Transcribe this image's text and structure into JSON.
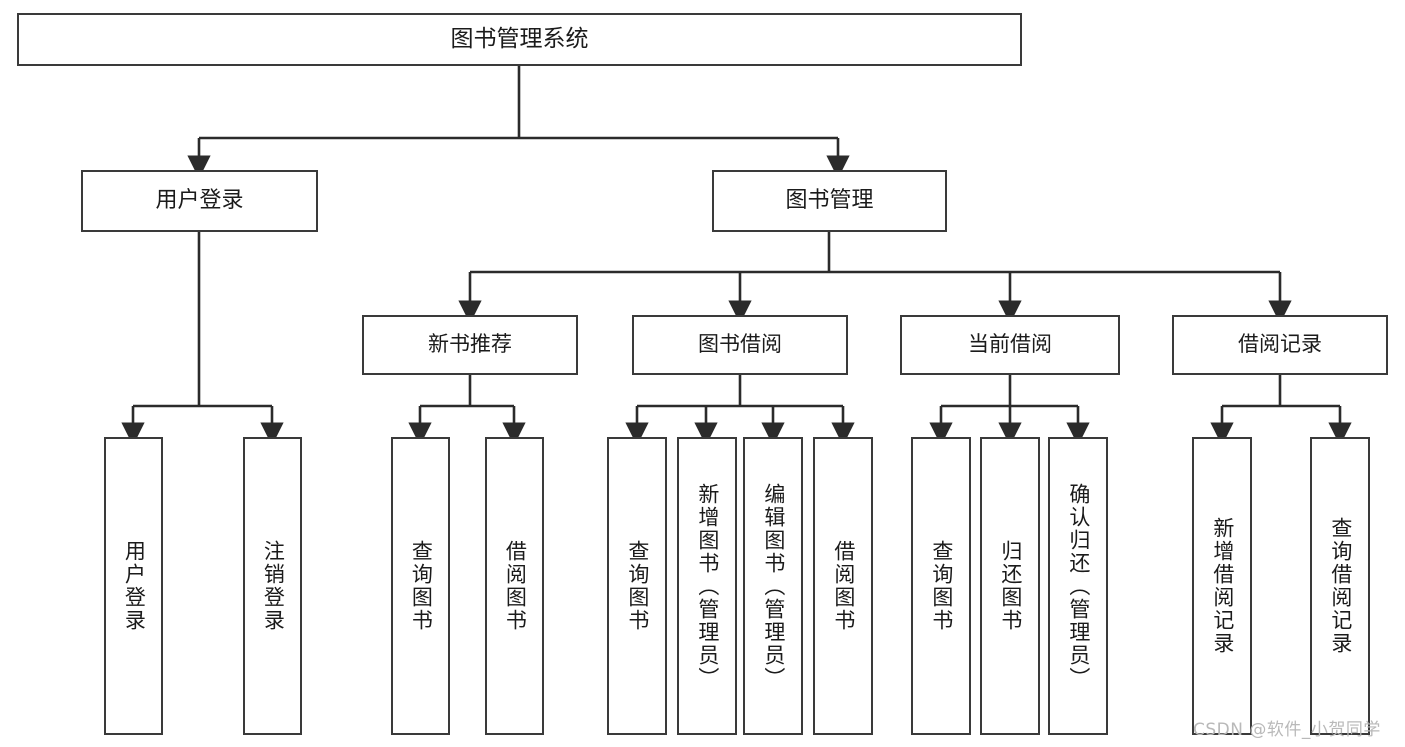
{
  "diagram": {
    "title": "图书管理系统",
    "type": "tree-hierarchy-chart",
    "root": {
      "label": "图书管理系统"
    },
    "level2": [
      {
        "label": "用户登录"
      },
      {
        "label": "图书管理"
      }
    ],
    "level3": [
      {
        "label": "新书推荐"
      },
      {
        "label": "图书借阅"
      },
      {
        "label": "当前借阅"
      },
      {
        "label": "借阅记录"
      }
    ],
    "leaves": [
      {
        "label": "用户登录"
      },
      {
        "label": "注销登录"
      },
      {
        "label": "查询图书"
      },
      {
        "label": "借阅图书"
      },
      {
        "label": "查询图书"
      },
      {
        "label": "新增图书（管理员）"
      },
      {
        "label": "编辑图书（管理员）"
      },
      {
        "label": "借阅图书"
      },
      {
        "label": "查询图书"
      },
      {
        "label": "归还图书"
      },
      {
        "label": "确认归还（管理员）"
      },
      {
        "label": "新增借阅记录"
      },
      {
        "label": "查询借阅记录"
      }
    ]
  },
  "watermark": {
    "text": "CSDN @软件_小贺同学"
  },
  "colors": {
    "box_border": "#3a3a3a",
    "box_fill": "#ffffff",
    "line": "#2b2b2b",
    "text": "#1b1b1b",
    "watermark": "#b9b9b9"
  }
}
